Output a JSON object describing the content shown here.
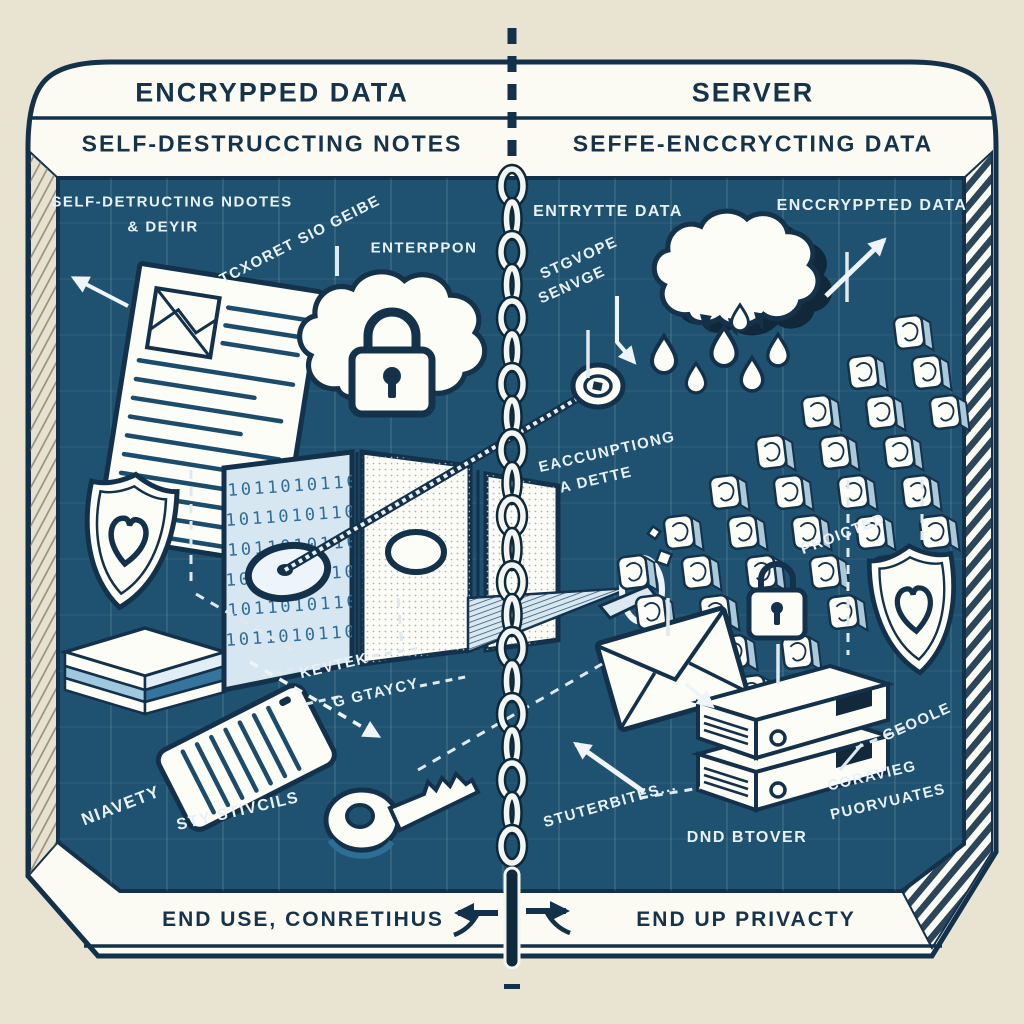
{
  "title_bar": {
    "left_line1": "ENCRYPPED DATA",
    "left_line2": "SELF-DESTRUCCTING NOTES",
    "right_line1": "SERVER",
    "right_line2": "SEFFE-ENCCRYCTING DATA"
  },
  "footer_bar": {
    "left": "END USE, CONRETIHUS",
    "right": "END UP PRIVACTY"
  },
  "left_panel": {
    "label_notes_line1": "SELF-DETRUCTING NDOTES",
    "label_notes_line2": "& DEYIR",
    "label_texoret": "TCXORET SIO GEIBE",
    "label_enterppon": "ENTERPPON",
    "label_kevtek": "KEVTEK",
    "label_gtaycy": "G GTAYCY",
    "label_niavety": "NIAVETY",
    "label_stencils": "STY STIVCILS",
    "binary_row": "1011010110"
  },
  "right_panel": {
    "label_entryte": "ENTRYTTE DATA",
    "label_storage_line1": "STGVOPE",
    "label_storage_line2": "SENVGE",
    "label_encrypted": "ENCCRYPPTED DATA",
    "label_encryption_line1": "EACCUNPTIONG",
    "label_encryption_line2": "A DETTE",
    "label_protected": "PROICTED",
    "label_stuterbites": "STUTERBITES...",
    "label_dnd_btover": "DND BTOVER",
    "label_coravieg_line1": "CORAVIEG",
    "label_coravieg_line2": "PUORVUATES",
    "label_geoole": "GEOOLE"
  },
  "colors": {
    "background": "#e9e4d1",
    "paper": "#fbfaf3",
    "panel_blue": "#1f5270",
    "ink": "#13314a",
    "accent_blue": "#2d6e97",
    "light_blue": "#bcd7e6"
  }
}
